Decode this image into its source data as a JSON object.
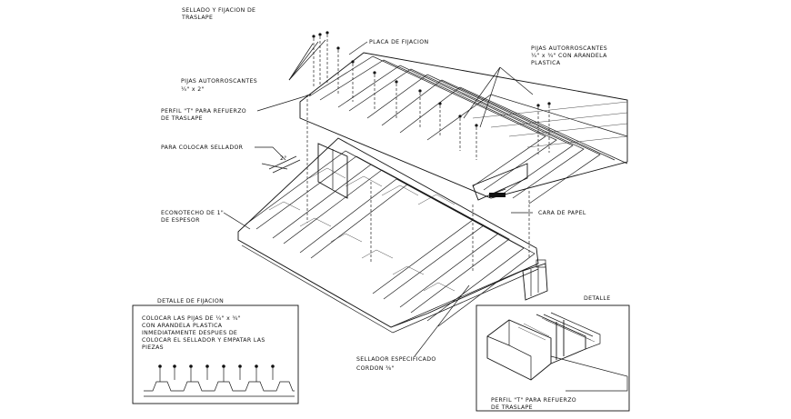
{
  "labels": {
    "sellado_l1": "SELLADO Y FIJACION DE",
    "sellado_l2": "TRASLAPE",
    "placa": "PLACA DE FIJACION",
    "pijas_right_l1": "PIJAS AUTORROSCANTES",
    "pijas_right_l2": "¼\" x ¾\" CON ARANDELA",
    "pijas_right_l3": "PLASTICA",
    "pijas_left_l1": "PIJAS AUTORROSCANTES",
    "pijas_left_l2": "¼\" x 2\"",
    "perfil_l1": "PERFIL \"T\" PARA REFUERZO",
    "perfil_l2": "DE TRASLAPE",
    "para_colocar": "PARA COLOCAR SELLADOR",
    "angle": "2°",
    "econo_l1": "ECONOTECHO DE 1\"",
    "econo_l2": "DE ESPESOR",
    "cara": "CARA DE PAPEL",
    "detalle_fijacion": "DETALLE DE FIJACION",
    "colocar_l1": "COLOCAR LAS PIJAS DE ¼\" x ¾\"",
    "colocar_l2": "CON ARANDELA PLASTICA",
    "colocar_l3": "INMEDIATAMENTE DESPUES DE",
    "colocar_l4": "COLOCAR EL SELLADOR Y EMPATAR LAS",
    "colocar_l5": "PIEZAS",
    "sellador_l1": "SELLADOR ESPECIFICADO",
    "sellador_l2": "CORDON ⅜\"",
    "detalle": "DETALLE",
    "perfil_det_l1": "PERFIL \"T\" PARA REFUERZO",
    "perfil_det_l2": "DE TRASLAPE"
  }
}
